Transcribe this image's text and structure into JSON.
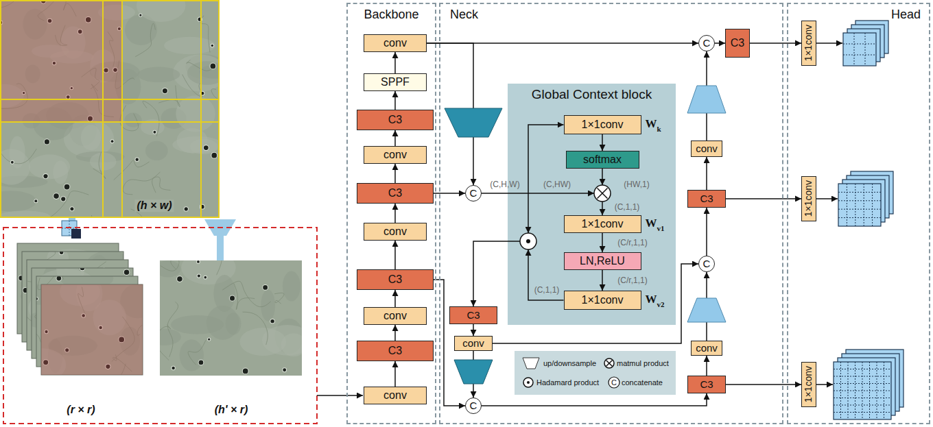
{
  "diagram": {
    "nodes": [
      {
        "text": [
          "Backbone"
        ]
      },
      {
        "text": [
          "Neck"
        ]
      },
      {
        "text": [
          "Head"
        ]
      },
      {
        "text": [
          "conv"
        ],
        "in": 0
      },
      {
        "text": [
          "SPPF"
        ],
        "in": 0
      },
      {
        "text": [
          "C3"
        ],
        "in": 0
      },
      {
        "text": [
          "conv"
        ],
        "in": 0
      },
      {
        "text": [
          "C3"
        ],
        "in": 0
      },
      {
        "text": [
          "conv"
        ],
        "in": 0
      },
      {
        "text": [
          "C3"
        ],
        "in": 0
      },
      {
        "text": [
          "conv"
        ],
        "in": 0
      },
      {
        "text": [
          "C3"
        ],
        "in": 0
      },
      {
        "text": [
          "conv"
        ],
        "in": 0
      },
      {
        "text": [
          "C"
        ],
        "in": 1
      },
      {
        "text": [
          "Global Context block"
        ],
        "in": 1
      },
      {
        "text": [
          "1×1conv",
          "W",
          "k"
        ],
        "in": 14
      },
      {
        "text": [
          "softmax"
        ],
        "in": 14
      },
      {
        "text": [
          "1×1conv",
          "W",
          "v1"
        ],
        "in": 14
      },
      {
        "text": [
          "LN,ReLU"
        ],
        "in": 14
      },
      {
        "text": [
          "1×1conv",
          "W",
          "v2"
        ],
        "in": 14
      },
      {
        "text": [
          "C3"
        ],
        "in": 1
      },
      {
        "text": [
          "conv"
        ],
        "in": 1
      },
      {
        "text": [
          "C"
        ],
        "in": 1
      },
      {
        "text": [
          "C"
        ],
        "in": 1
      },
      {
        "text": [
          "C3"
        ],
        "in": 1
      },
      {
        "text": [
          "conv"
        ],
        "in": 1
      },
      {
        "text": [
          "C3"
        ],
        "in": 1
      },
      {
        "text": [
          "C"
        ],
        "in": 1
      },
      {
        "text": [
          "conv"
        ],
        "in": 1
      },
      {
        "text": [
          "C3"
        ],
        "in": 1
      },
      {
        "text": [
          "1×1conv"
        ],
        "in": 2
      },
      {
        "text": [
          "1×1conv"
        ],
        "in": 2
      },
      {
        "text": [
          "1×1conv"
        ],
        "in": 2
      }
    ],
    "edges": [
      {
        "from": 12,
        "to": 11,
        "arrow": "to"
      },
      {
        "from": 11,
        "to": 10,
        "arrow": "to"
      },
      {
        "from": 10,
        "to": 9,
        "arrow": "to"
      },
      {
        "from": 9,
        "to": 8,
        "arrow": "to"
      },
      {
        "from": 8,
        "to": 7,
        "arrow": "to"
      },
      {
        "from": 7,
        "to": 6,
        "arrow": "to"
      },
      {
        "from": 6,
        "to": 5,
        "arrow": "to"
      },
      {
        "from": 5,
        "to": 4,
        "arrow": "to"
      },
      {
        "from": 4,
        "to": 3,
        "arrow": "to"
      },
      {
        "from": 3,
        "to": 23,
        "arrow": "to"
      },
      {
        "from": 3,
        "to": 13,
        "arrow": "to"
      },
      {
        "from": 7,
        "to": 13,
        "arrow": "to"
      },
      {
        "from": 13,
        "to": 15,
        "arrow": "to"
      },
      {
        "from": 15,
        "to": 16,
        "arrow": "to"
      },
      {
        "from": 17,
        "to": 18,
        "arrow": "to"
      },
      {
        "from": 18,
        "to": 19,
        "arrow": "to"
      },
      {
        "from": 20,
        "to": 21,
        "arrow": "to"
      },
      {
        "from": 21,
        "to": 22,
        "arrow": "to"
      },
      {
        "from": 9,
        "to": 22,
        "arrow": "to"
      },
      {
        "from": 22,
        "to": 29,
        "arrow": "to"
      },
      {
        "from": 29,
        "to": 28,
        "arrow": "to"
      },
      {
        "from": 28,
        "to": 27,
        "arrow": "to"
      },
      {
        "from": 21,
        "to": 27,
        "arrow": "to"
      },
      {
        "from": 27,
        "to": 26,
        "arrow": "to"
      },
      {
        "from": 26,
        "to": 25,
        "arrow": "to"
      },
      {
        "from": 25,
        "to": 23,
        "arrow": "to"
      },
      {
        "from": 23,
        "to": 24,
        "arrow": "to"
      },
      {
        "from": 24,
        "to": 30,
        "arrow": "to"
      },
      {
        "from": 26,
        "to": 31,
        "arrow": "to"
      },
      {
        "from": 29,
        "to": 32,
        "arrow": "to"
      }
    ],
    "labels": [
      "(h × w)",
      "(r × r)",
      "(h' × r)",
      "(C,H,W)",
      "(C,HW)",
      "(HW,1)",
      "(C,1,1)",
      "(C/r,1,1)",
      "(C/r,1,1)",
      "(C,1,1)",
      "C"
    ],
    "legend": [
      {
        "text": "up/downsample"
      },
      {
        "text": "matmul product"
      },
      {
        "text": "Hadamard product"
      },
      {
        "text": "concatenate"
      }
    ]
  }
}
